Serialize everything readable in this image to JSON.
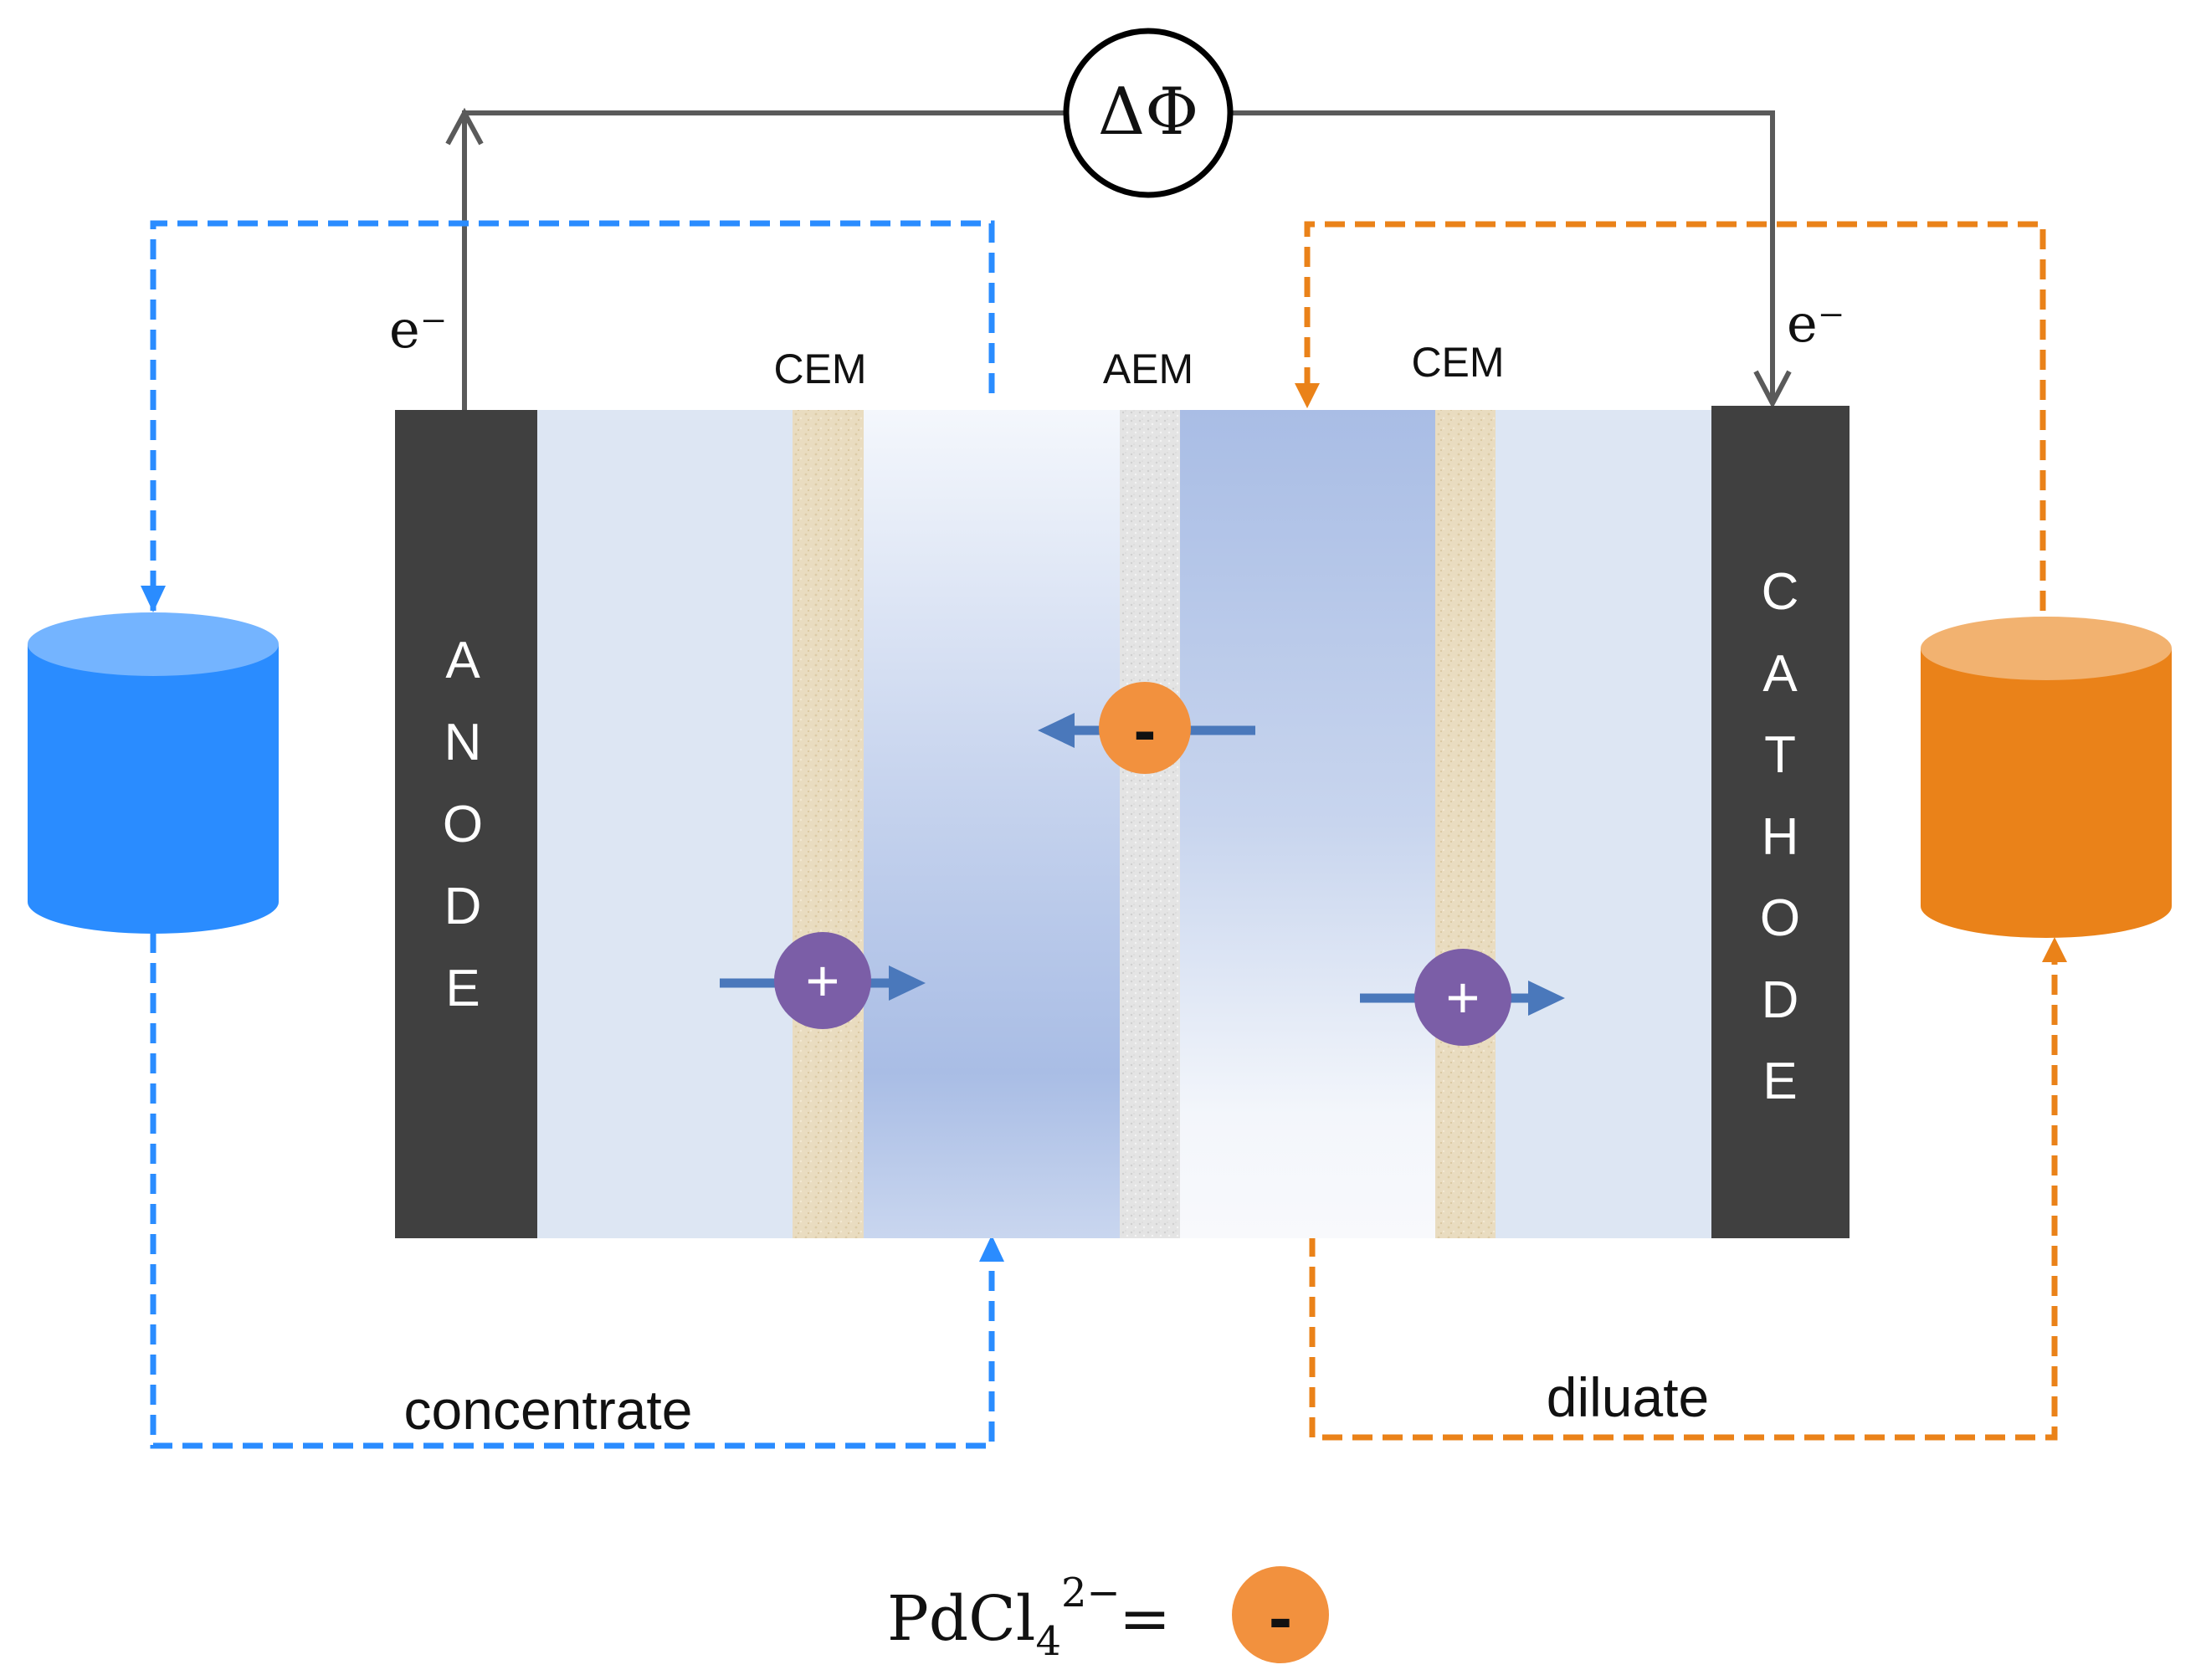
{
  "potential_symbol": "ΔΦ",
  "electron_left": "e⁻",
  "electron_right": "e⁻",
  "membranes": {
    "cem_left": "CEM",
    "aem": "AEM",
    "cem_right": "CEM"
  },
  "anode_letters": [
    "A",
    "N",
    "O",
    "D",
    "E"
  ],
  "cathode_letters": [
    "C",
    "A",
    "T",
    "H",
    "O",
    "D",
    "E"
  ],
  "ions": {
    "cation_symbol": "+",
    "anion_symbol": "-"
  },
  "loops": {
    "concentrate_label": "concentrate",
    "diluate_label": "diluate"
  },
  "legend": {
    "species": "PdCl",
    "subscript": "4",
    "superscript": "2−",
    "equals": "=",
    "anion_symbol": "-"
  },
  "colors": {
    "electrode": "#404040",
    "wire": "#5a5a5a",
    "concentrate": "#2a8cff",
    "diluate": "#ea8219",
    "cation": "#7b5ea7",
    "anion": "#f2913e",
    "ion_arrow": "#4a78bb"
  }
}
